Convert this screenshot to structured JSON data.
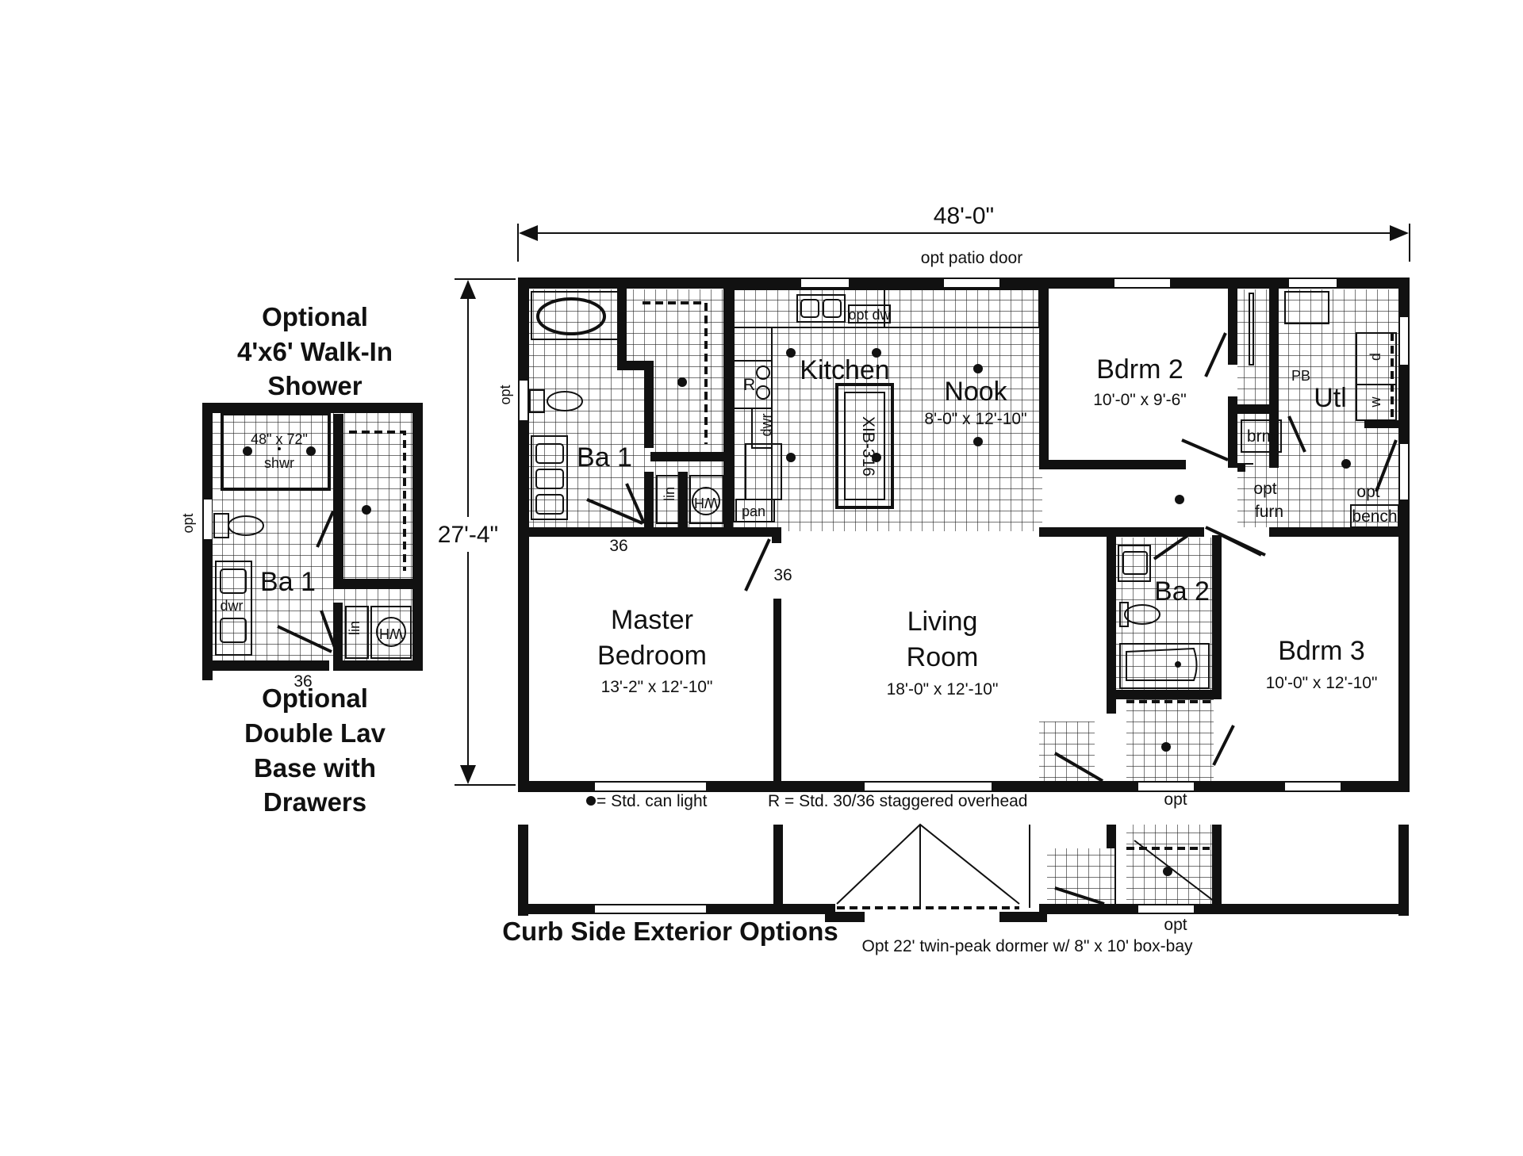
{
  "dimensions": {
    "width": "48'-0\"",
    "depth": "27'-4\"",
    "patio_door": "opt patio door"
  },
  "rooms": {
    "kitchen": "Kitchen",
    "nook": {
      "name": "Nook",
      "size": "8'-0\" x 12'-10\""
    },
    "bdrm2": {
      "name": "Bdrm 2",
      "size": "10'-0\" x 9'-6\""
    },
    "utl": "Utl",
    "ba1": "Ba 1",
    "ba2": "Ba 2",
    "master": {
      "name_line1": "Master",
      "name_line2": "Bedroom",
      "size": "13'-2\" x 12'-10\""
    },
    "living": {
      "name_line1": "Living",
      "name_line2": "Room",
      "size": "18'-0\" x 12'-10\""
    },
    "bdrm3": {
      "name": "Bdrm 3",
      "size": "10'-0\" x 12'-10\""
    }
  },
  "fixtures": {
    "opt_dw": "opt dw",
    "range": "R",
    "dwr": "dwr",
    "island": "XIB-316",
    "pan": "pan",
    "lin": "lin",
    "water_heater": "WH",
    "brm": "brm",
    "pb": "PB",
    "dryer": "d",
    "washer": "w",
    "opt_furn_1": "opt",
    "opt_furn_2": "furn",
    "bench": "bench",
    "opt_side": "opt",
    "opt_utl": "opt",
    "door_36_a": "36",
    "door_36_b": "36",
    "opt_bottom": "opt"
  },
  "legend": {
    "can_light": "= Std. can light",
    "overhead": "R = Std. 30/36 staggered overhead"
  },
  "option_panel": {
    "title_line1": "Optional",
    "title_line2": "4'x6' Walk-In",
    "title_line3": "Shower",
    "shower_size": "48\" x 72\"",
    "shower_label": "shwr",
    "opt": "opt",
    "ba1": "Ba 1",
    "dwr": "dwr",
    "lin": "lin",
    "water_heater": "WH",
    "door_36": "36",
    "caption_line1": "Optional",
    "caption_line2": "Double Lav",
    "caption_line3": "Base with",
    "caption_line4": "Drawers"
  },
  "exterior": {
    "title": "Curb Side Exterior Options",
    "opt": "opt",
    "dormer_caption": "Opt 22' twin-peak dormer w/ 8\" x 10' box-bay"
  }
}
